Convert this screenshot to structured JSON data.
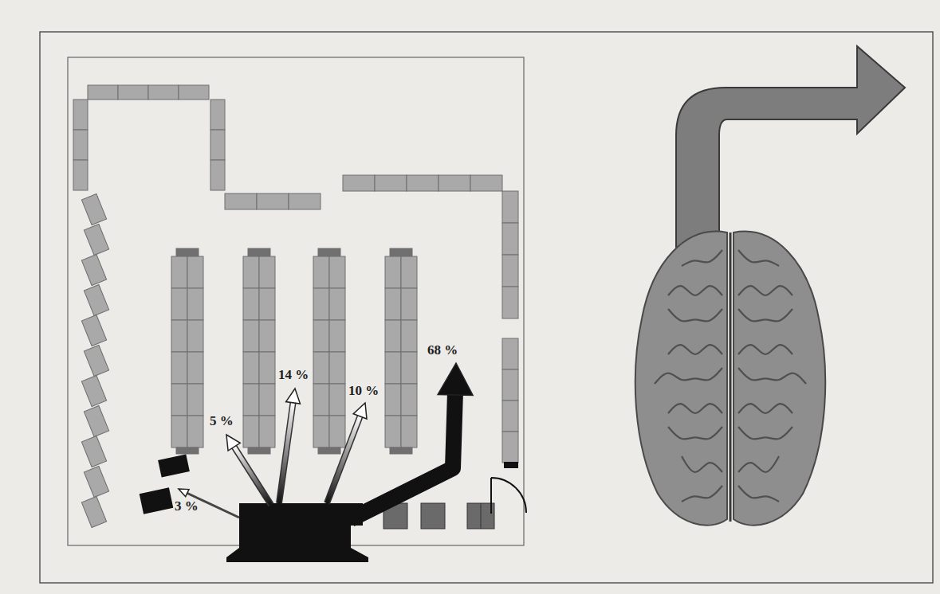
{
  "diagram": {
    "labels": [
      "68 %",
      "14 %",
      "10 %",
      "5 %",
      "3 %"
    ]
  }
}
